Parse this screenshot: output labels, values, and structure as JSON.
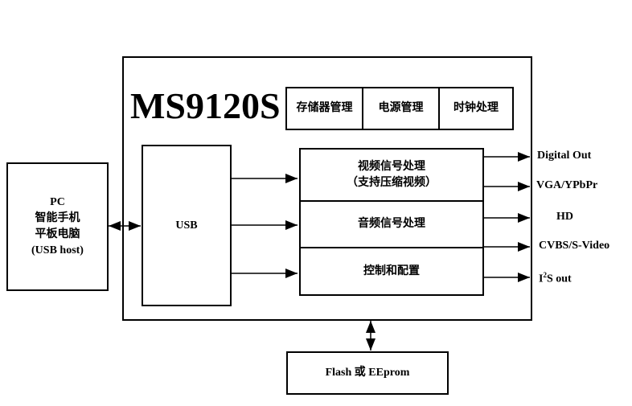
{
  "pc_box": {
    "lines": [
      "PC",
      "智能手机",
      "平板电脑",
      "(USB host)"
    ]
  },
  "chip": {
    "title": "MS9120S",
    "top_blocks": [
      "存储器管理",
      "电源管理",
      "时钟处理"
    ],
    "usb": "USB",
    "video": [
      "视频信号处理",
      "（支持压缩视频）"
    ],
    "audio": "音频信号处理",
    "control": "控制和配置"
  },
  "outputs": {
    "digital": "Digital Out",
    "vga": "VGA/YPbPr",
    "hd": "HD",
    "cvbs": "CVBS/S-Video",
    "i2s_i": "I",
    "i2s_sup": "2",
    "i2s_rest": "S out"
  },
  "flash": "Flash 或 EEprom"
}
